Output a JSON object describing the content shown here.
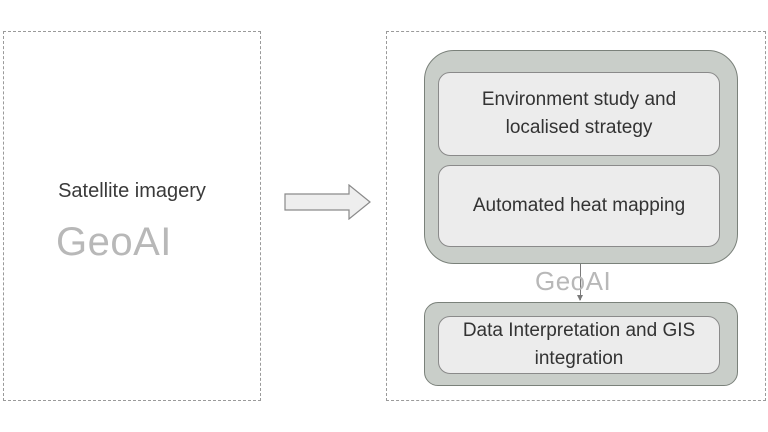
{
  "left_panel": {
    "caption": "Satellite imagery",
    "watermark": "GeoAI"
  },
  "right_panel": {
    "boxes": [
      {
        "label": "Environment study and localised strategy"
      },
      {
        "label": "Automated heat mapping"
      },
      {
        "label": "Data Interpretation and GIS integration"
      }
    ],
    "connector_watermark": "GeoAI"
  },
  "colors": {
    "group_fill": "#c9cec9",
    "group_border": "#7a817a",
    "box_fill": "#ececec",
    "watermark": "#b8b8b8",
    "panel_border": "#9a9a9a"
  }
}
